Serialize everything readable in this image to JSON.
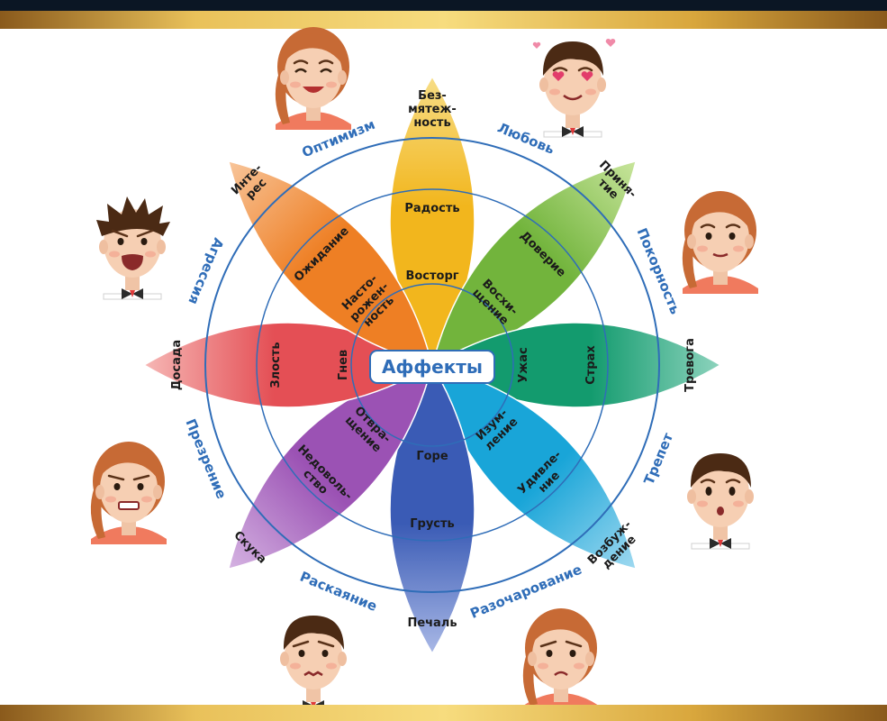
{
  "center_label": "Аффекты",
  "colors": {
    "ring": "#2f6db8",
    "center_text": "#2f6db8",
    "gold": "#e9c15a",
    "frame": "#0b1624"
  },
  "petals": [
    {
      "direction": "north",
      "color": "#f2b61d",
      "light": "#f7dd86",
      "labels": [
        [
          "Без-",
          "мятеж-",
          "ность"
        ],
        [
          "Радость"
        ],
        [
          "Восторг"
        ]
      ]
    },
    {
      "direction": "north-east",
      "color": "#72b43c",
      "light": "#c8e59c",
      "labels": [
        [
          "Приня-",
          "тие"
        ],
        [
          "Доверие"
        ],
        [
          "Восхи-",
          "щение"
        ]
      ]
    },
    {
      "direction": "east",
      "color": "#139b6e",
      "light": "#8dd3bd",
      "labels": [
        [
          "Тревога"
        ],
        [
          "Страх"
        ],
        [
          "Ужас"
        ]
      ]
    },
    {
      "direction": "south-east",
      "color": "#19a5d8",
      "light": "#9fd9f0",
      "labels": [
        [
          "Возбуж-",
          "дение"
        ],
        [
          "Удивле-",
          "ние"
        ],
        [
          "Изум-",
          "ление"
        ]
      ]
    },
    {
      "direction": "south",
      "color": "#3a5bb5",
      "light": "#a9b8e6",
      "labels": [
        [
          "Печаль"
        ],
        [
          "Грусть"
        ],
        [
          "Горе"
        ]
      ]
    },
    {
      "direction": "south-west",
      "color": "#9b52b4",
      "light": "#d5b3e2",
      "labels": [
        [
          "Скука"
        ],
        [
          "Недоволь-",
          "ство"
        ],
        [
          "Отвра-",
          "щение"
        ]
      ]
    },
    {
      "direction": "west",
      "color": "#e44f55",
      "light": "#f6b7b5",
      "labels": [
        [
          "Досада"
        ],
        [
          "Злость"
        ],
        [
          "Гнев"
        ]
      ]
    },
    {
      "direction": "north-west",
      "color": "#ee7f24",
      "light": "#f8c59a",
      "labels": [
        [
          "Инте-",
          "рес"
        ],
        [
          "Ожидание"
        ],
        [
          "Насто-",
          "рожен-",
          "ность"
        ]
      ]
    }
  ],
  "outer_labels": [
    "Оптимизм",
    "Любовь",
    "Покорность",
    "Трепет",
    "Разочарование",
    "Раскаяние",
    "Презрение",
    "Агрессия"
  ],
  "faces": [
    {
      "name": "face-optimism",
      "hair": "#c76a35",
      "expression": "smile",
      "gender": "female"
    },
    {
      "name": "face-love",
      "hair": "#4b2a14",
      "expression": "love",
      "gender": "male"
    },
    {
      "name": "face-submission",
      "hair": "#c76a35",
      "expression": "calm",
      "gender": "female"
    },
    {
      "name": "face-awe",
      "hair": "#4b2a14",
      "expression": "surprised",
      "gender": "male"
    },
    {
      "name": "face-disappointment",
      "hair": "#c76a35",
      "expression": "upset",
      "gender": "female"
    },
    {
      "name": "face-remorse",
      "hair": "#4b2a14",
      "expression": "sad",
      "gender": "male"
    },
    {
      "name": "face-contempt",
      "hair": "#c76a35",
      "expression": "grimace",
      "gender": "female"
    },
    {
      "name": "face-aggression",
      "hair": "#4b2a14",
      "expression": "angry",
      "gender": "male"
    }
  ]
}
